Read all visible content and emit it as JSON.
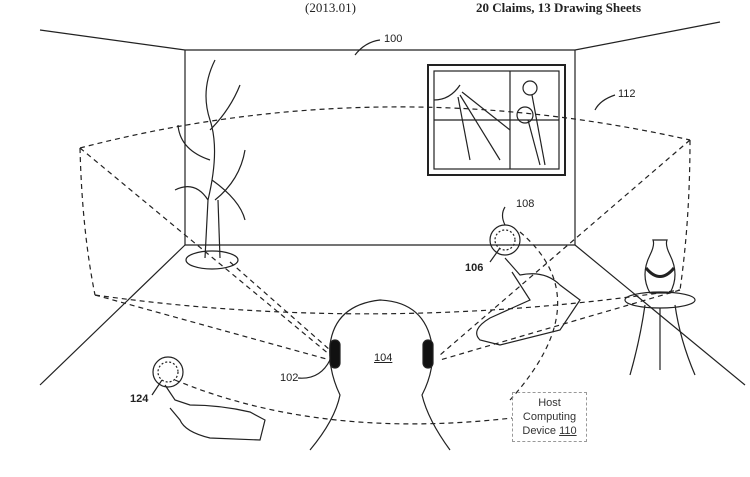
{
  "header": {
    "left": "(2013.01)",
    "right": "20 Claims, 13 Drawing Sheets"
  },
  "labels": {
    "room": "100",
    "field_of_view": "112",
    "user_head": "104",
    "headset": "102",
    "controller_right": "106",
    "controller_right_sensor": "108",
    "controller_left": "124"
  },
  "host_device": {
    "line1": "Host",
    "line2": "Computing",
    "line3": "Device",
    "ref": "110"
  }
}
